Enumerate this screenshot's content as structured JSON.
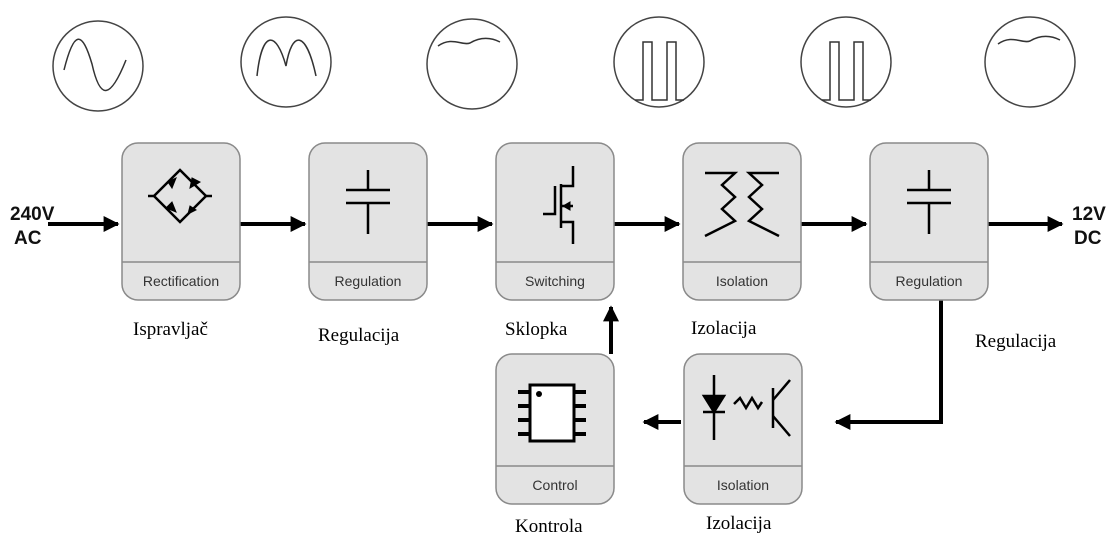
{
  "input": {
    "line1": "240V",
    "line2": "AC"
  },
  "output": {
    "line1": "12V",
    "line2": "DC"
  },
  "waveforms": [
    {
      "icon": "sine-wave"
    },
    {
      "icon": "rectified-wave"
    },
    {
      "icon": "ripple-dc-wave"
    },
    {
      "icon": "square-wave"
    },
    {
      "icon": "square-wave"
    },
    {
      "icon": "ripple-dc-wave"
    }
  ],
  "blocks": [
    {
      "label": "Rectification",
      "icon": "diode-bridge-icon"
    },
    {
      "label": "Regulation",
      "icon": "capacitor-icon"
    },
    {
      "label": "Switching",
      "icon": "mosfet-icon"
    },
    {
      "label": "Isolation",
      "icon": "transformer-icon"
    },
    {
      "label": "Regulation",
      "icon": "capacitor-icon"
    },
    {
      "label": "Control",
      "icon": "chip-icon"
    },
    {
      "label": "Isolation",
      "icon": "optocoupler-icon"
    }
  ],
  "captions": [
    "Ispravljač",
    "Regulacija",
    "Sklopka",
    "Izolacija",
    "Regulacija",
    "Kontrola",
    "Izolacija"
  ],
  "colors": {
    "box_fill": "#e3e3e3",
    "box_stroke": "#8a8a8a",
    "line": "#000000"
  }
}
